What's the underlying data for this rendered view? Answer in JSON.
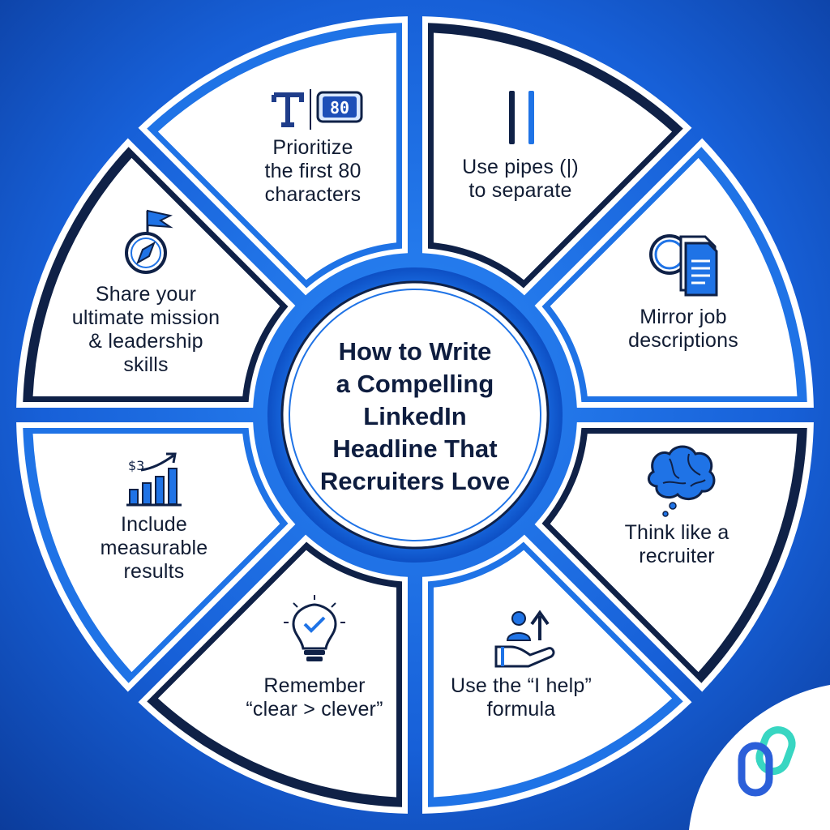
{
  "title_lines": [
    "How to Write",
    "a Compelling",
    "LinkedIn",
    "Headline That",
    "Recruiters Love"
  ],
  "colors": {
    "background_outer": "#0b3b9a",
    "background_inner": "#1e78ee",
    "accent_blue": "#1f73e6",
    "dark_navy": "#0f2147",
    "text": "#111c33"
  },
  "segments": [
    {
      "id": "first-80",
      "icon": "text-counter-icon",
      "icon_text": "80",
      "lines": [
        "Prioritize",
        "the first 80",
        "characters"
      ]
    },
    {
      "id": "pipes",
      "icon": "pipe-bars-icon",
      "lines": [
        "Use pipes (|)",
        "to separate"
      ]
    },
    {
      "id": "mirror",
      "icon": "magnifier-document-icon",
      "lines": [
        "Mirror job",
        "descriptions"
      ]
    },
    {
      "id": "recruiter",
      "icon": "brain-icon",
      "lines": [
        "Think like a",
        "recruiter"
      ]
    },
    {
      "id": "i-help",
      "icon": "helping-hand-icon",
      "lines": [
        "Use the “I help”",
        "formula"
      ]
    },
    {
      "id": "clear",
      "icon": "lightbulb-check-icon",
      "lines": [
        "Remember",
        "“clear > clever”"
      ]
    },
    {
      "id": "results",
      "icon": "growth-chart-icon",
      "icon_text": "$3",
      "lines": [
        "Include",
        "measurable",
        "results"
      ]
    },
    {
      "id": "mission",
      "icon": "compass-flag-icon",
      "lines": [
        "Share your",
        "ultimate mission",
        "& leadership",
        "skills"
      ]
    }
  ],
  "logo": {
    "icon": "chain-link-logo-icon"
  }
}
